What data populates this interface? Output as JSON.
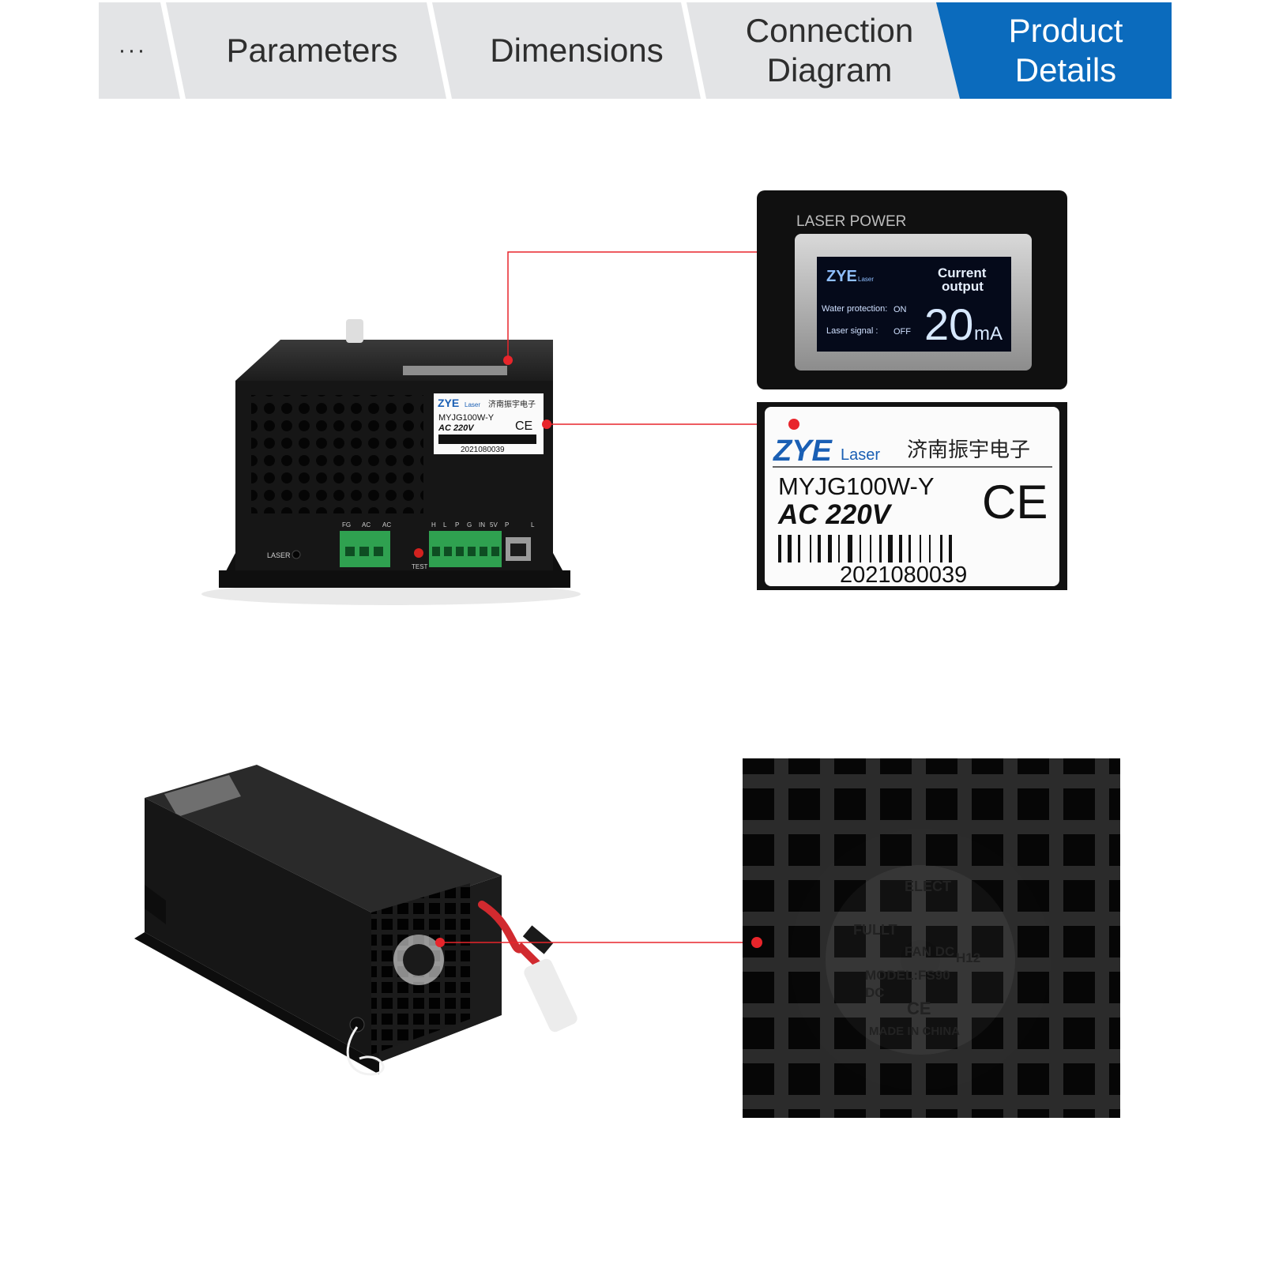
{
  "tabs": [
    {
      "label": "···"
    },
    {
      "label": "Parameters"
    },
    {
      "label": "Dimensions"
    },
    {
      "label": "Connection Diagram",
      "line1": "Connection",
      "line2": "Diagram"
    },
    {
      "label": "Product Details",
      "line1": "Product",
      "line2": "Details",
      "active": true
    }
  ],
  "colors": {
    "accent": "#0b6bbd",
    "tab_bg": "#e3e4e6",
    "callout": "#e8252b",
    "terminal": "#2fa150"
  },
  "display": {
    "header": "LASER POWER",
    "brand": "ZYE",
    "brand_sub": "Laser",
    "current_label_1": "Current",
    "current_label_2": "output",
    "water_label": "Water protection:",
    "water_value": "ON",
    "signal_label": "Laser signal :",
    "signal_value": "OFF",
    "current_value": "20",
    "current_unit": "mA"
  },
  "nameplate": {
    "brand": "ZYE",
    "brand_sub": "Laser",
    "chinese": "济南振宇电子",
    "model": "MYJG100W-Y",
    "voltage": "AC 220V",
    "cert": "CE",
    "serial": "2021080039"
  },
  "front_panel": {
    "laser_label": "LASER",
    "test_label": "TEST",
    "power_terminals": [
      "FG",
      "AC",
      "AC"
    ],
    "signal_terminals": [
      "H",
      "L",
      "P",
      "G",
      "IN",
      "5V"
    ],
    "rj_labels": [
      "P",
      "L"
    ]
  },
  "fan": {
    "text_1": "ELECT",
    "text_2": "FULLT",
    "text_3": "FAN DC",
    "model": "MODEL:FS90",
    "dc": "DC",
    "origin": "MADE IN CHINA",
    "cert": "CE",
    "code": "H12"
  }
}
